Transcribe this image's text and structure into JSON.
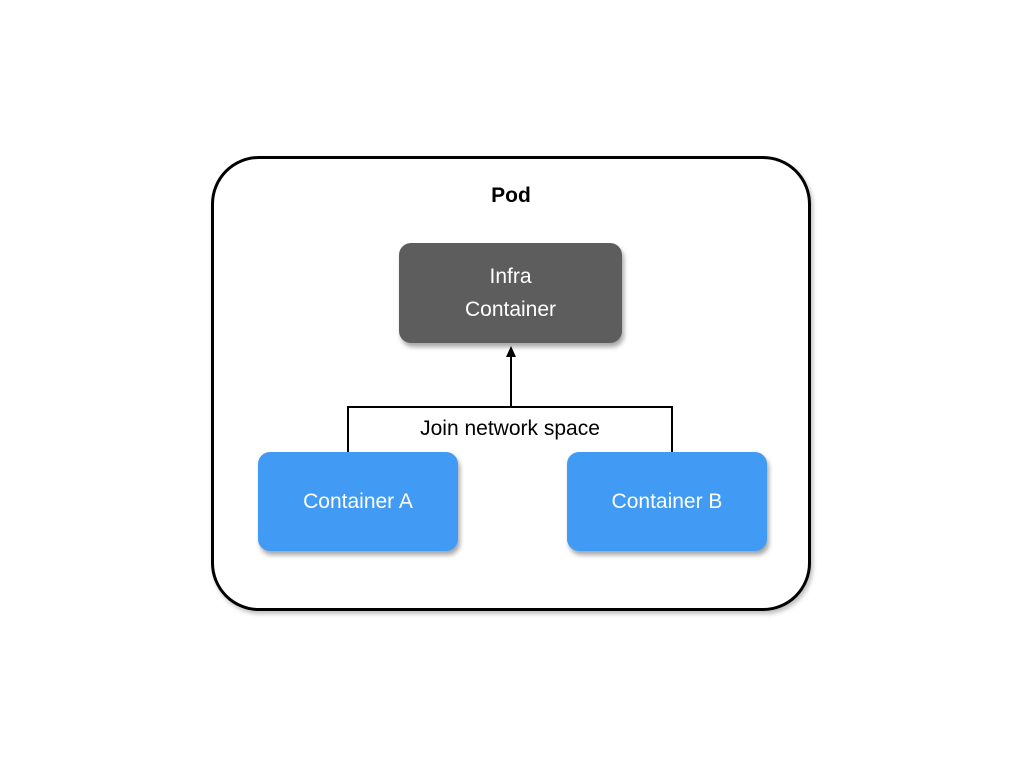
{
  "pod": {
    "title": "Pod"
  },
  "infra_container": {
    "line1": "Infra",
    "line2": "Container"
  },
  "container_a": {
    "label": "Container A"
  },
  "container_b": {
    "label": "Container B"
  },
  "connection": {
    "label": "Join network space"
  },
  "colors": {
    "infra": "#5d5d5d",
    "container": "#419bf5",
    "border": "#000000"
  }
}
